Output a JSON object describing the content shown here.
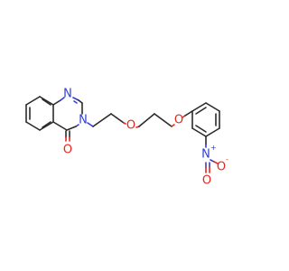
{
  "atoms": {
    "n_ring1": {
      "text": "N",
      "color": "#2f3fd8"
    },
    "n_ring2": {
      "text": "N",
      "color": "#2f3fd8"
    },
    "o_carbonyl": {
      "text": "O",
      "color": "#e8261b"
    },
    "o_ether1": {
      "text": "O",
      "color": "#e8261b"
    },
    "o_ether2": {
      "text": "O",
      "color": "#e8261b"
    },
    "n_nitro": {
      "text": "N",
      "charge": "+",
      "color": "#2f3fd8"
    },
    "o_nitro_minus": {
      "text": "O",
      "charge": "-",
      "color": "#e8261b"
    },
    "o_nitro_double": {
      "text": "O",
      "color": "#e8261b"
    }
  }
}
